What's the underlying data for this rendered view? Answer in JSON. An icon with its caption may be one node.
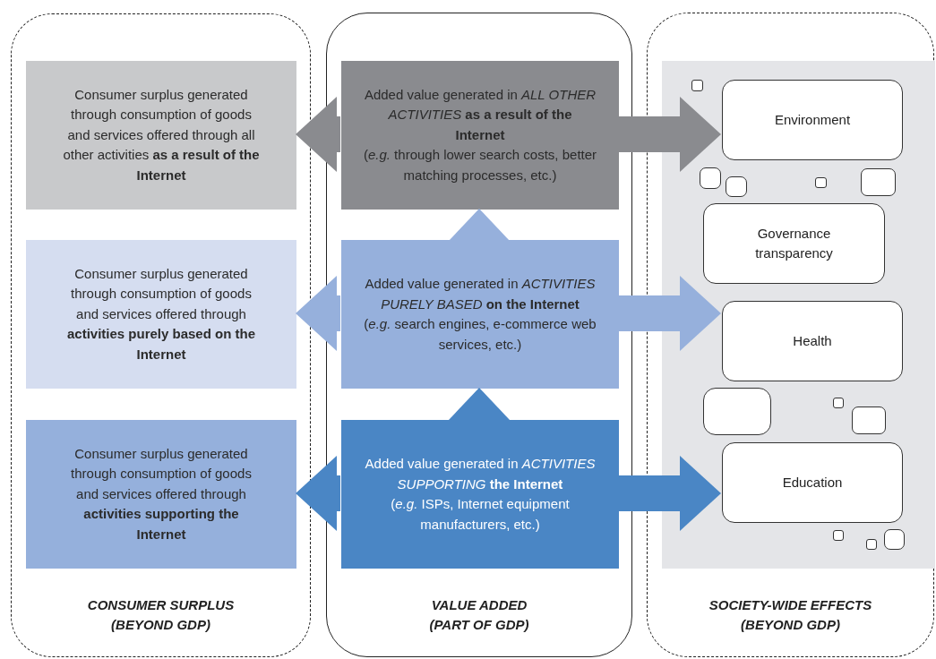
{
  "diagram": {
    "nodes": [
      {
        "text": [
          "CONSUMER SURPLUS (BEYOND GDP)"
        ]
      },
      {
        "text": [
          "Consumer surplus generated through consumption of goods and services offered through all other activities **as a result of the Internet**"
        ],
        "in": 0
      },
      {
        "text": [
          "Consumer surplus generated through consumption of goods and services offered through **activities purely based on the Internet**"
        ],
        "in": 0
      },
      {
        "text": [
          "Consumer surplus generated through consumption of goods and services offered through **activities supporting the Internet**"
        ],
        "in": 0
      },
      {
        "text": [
          "VALUE ADDED (PART OF GDP)"
        ]
      },
      {
        "text": [
          "Added value generated in *ALL OTHER ACTIVITIES* **as a result of the Internet**",
          "(*e.g.* through lower search costs, better matching processes, etc.)"
        ],
        "in": 4
      },
      {
        "text": [
          "Added value generated in *ACTIVITIES PURELY BASED* **on the Internet**",
          "(*e.g.* search engines, e-commerce web services, etc.)"
        ],
        "in": 4
      },
      {
        "text": [
          "Added value generated in *ACTIVITIES SUPPORTING* **the Internet**",
          "(*e.g.* ISPs, Internet equipment manufacturers, etc.)"
        ],
        "in": 4
      },
      {
        "text": [
          "SOCIETY-WIDE EFFECTS (BEYOND GDP)"
        ]
      },
      {
        "text": [],
        "shape": "box",
        "in": 8
      },
      {
        "text": [],
        "shape": "box",
        "in": 9
      },
      {
        "text": [
          "Environment"
        ],
        "in": 9
      },
      {
        "text": [],
        "shape": "box",
        "in": 9
      },
      {
        "text": [],
        "shape": "box",
        "in": 9
      },
      {
        "text": [],
        "shape": "box",
        "in": 9
      },
      {
        "text": [],
        "shape": "box",
        "in": 9
      },
      {
        "text": [
          "Governance transparency"
        ],
        "in": 9
      },
      {
        "text": [
          "Health"
        ],
        "in": 9
      },
      {
        "text": [],
        "shape": "box",
        "in": 9
      },
      {
        "text": [],
        "shape": "box",
        "in": 9
      },
      {
        "text": [],
        "shape": "box",
        "in": 9
      },
      {
        "text": [
          "Education"
        ],
        "in": 9
      },
      {
        "text": [],
        "shape": "box",
        "in": 9
      },
      {
        "text": [],
        "shape": "box",
        "in": 9
      },
      {
        "text": [],
        "shape": "box",
        "in": 9
      }
    ],
    "edges": [
      {
        "from": 5,
        "to": 1,
        "arrow": "to",
        "color": "#8a8b8f"
      },
      {
        "from": 5,
        "to": 11,
        "arrow": "to",
        "color": "#8a8b8f"
      },
      {
        "from": 6,
        "to": 2,
        "arrow": "to",
        "color": "#96b0dc"
      },
      {
        "from": 6,
        "to": 17,
        "arrow": "to",
        "color": "#96b0dc"
      },
      {
        "from": 6,
        "to": 5,
        "arrow": "to",
        "color": "#96b0dc"
      },
      {
        "from": 7,
        "to": 3,
        "arrow": "to",
        "color": "#4a86c5"
      },
      {
        "from": 7,
        "to": 21,
        "arrow": "to",
        "color": "#4a86c5"
      },
      {
        "from": 7,
        "to": 6,
        "arrow": "to",
        "color": "#4a86c5"
      }
    ]
  }
}
